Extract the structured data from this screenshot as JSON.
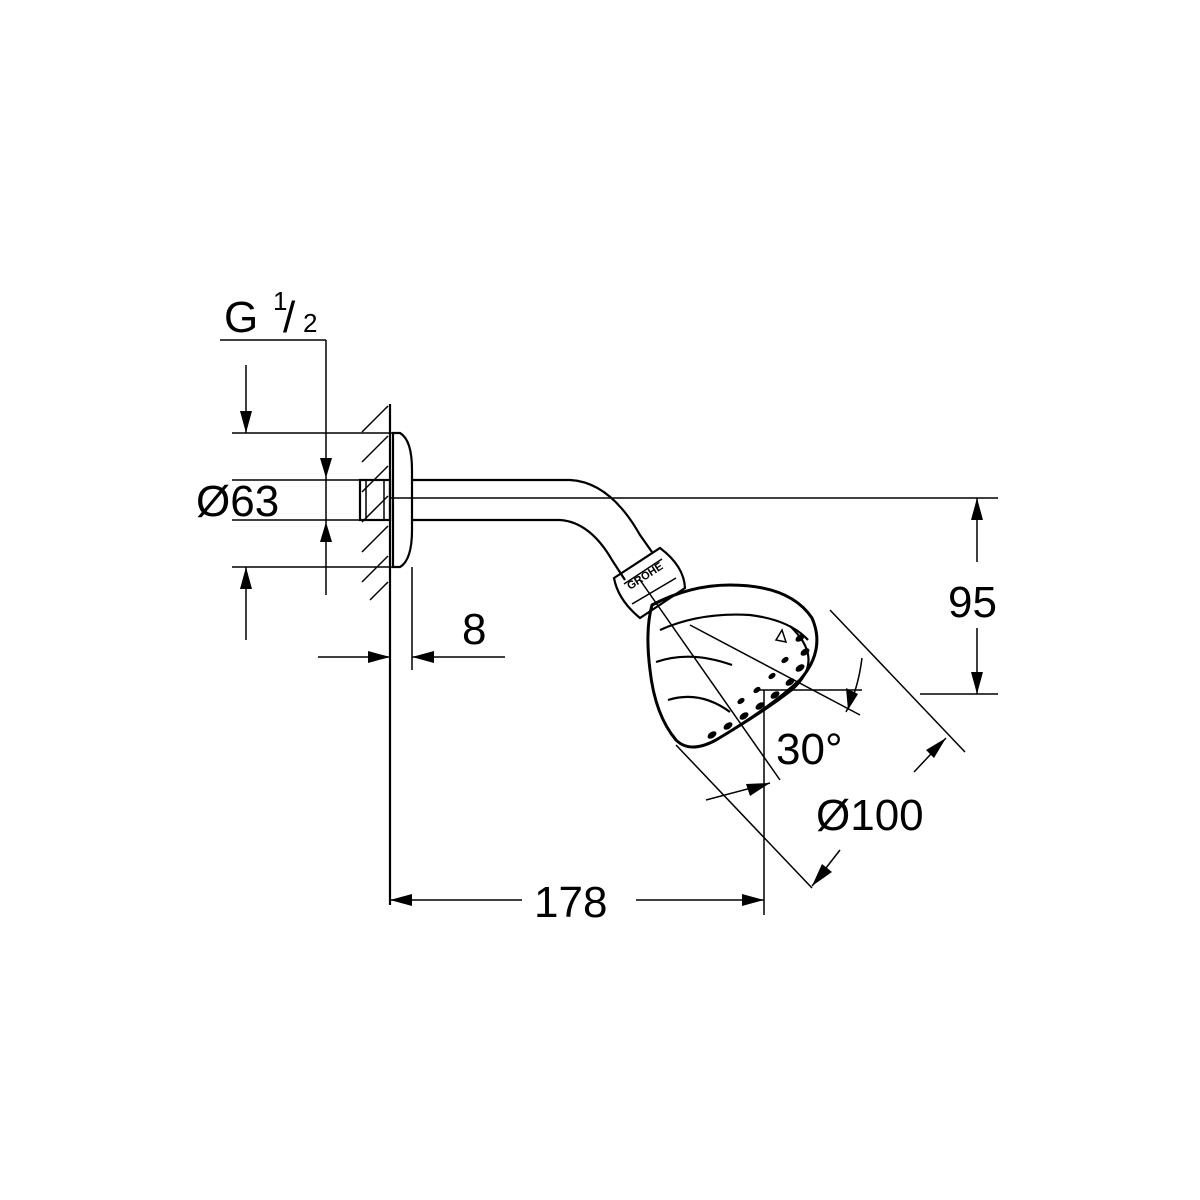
{
  "drawing": {
    "colors": {
      "line": "#000000",
      "background": "#ffffff"
    },
    "labels": {
      "thread": "G",
      "thread_numerator": "1",
      "thread_slash": "/",
      "thread_denominator": "2",
      "flange_diameter": "Ø63",
      "flange_depth": "8",
      "drop_height": "95",
      "tilt_angle": "30°",
      "head_diameter": "Ø100",
      "projection": "178"
    },
    "logo": "GROHE"
  }
}
